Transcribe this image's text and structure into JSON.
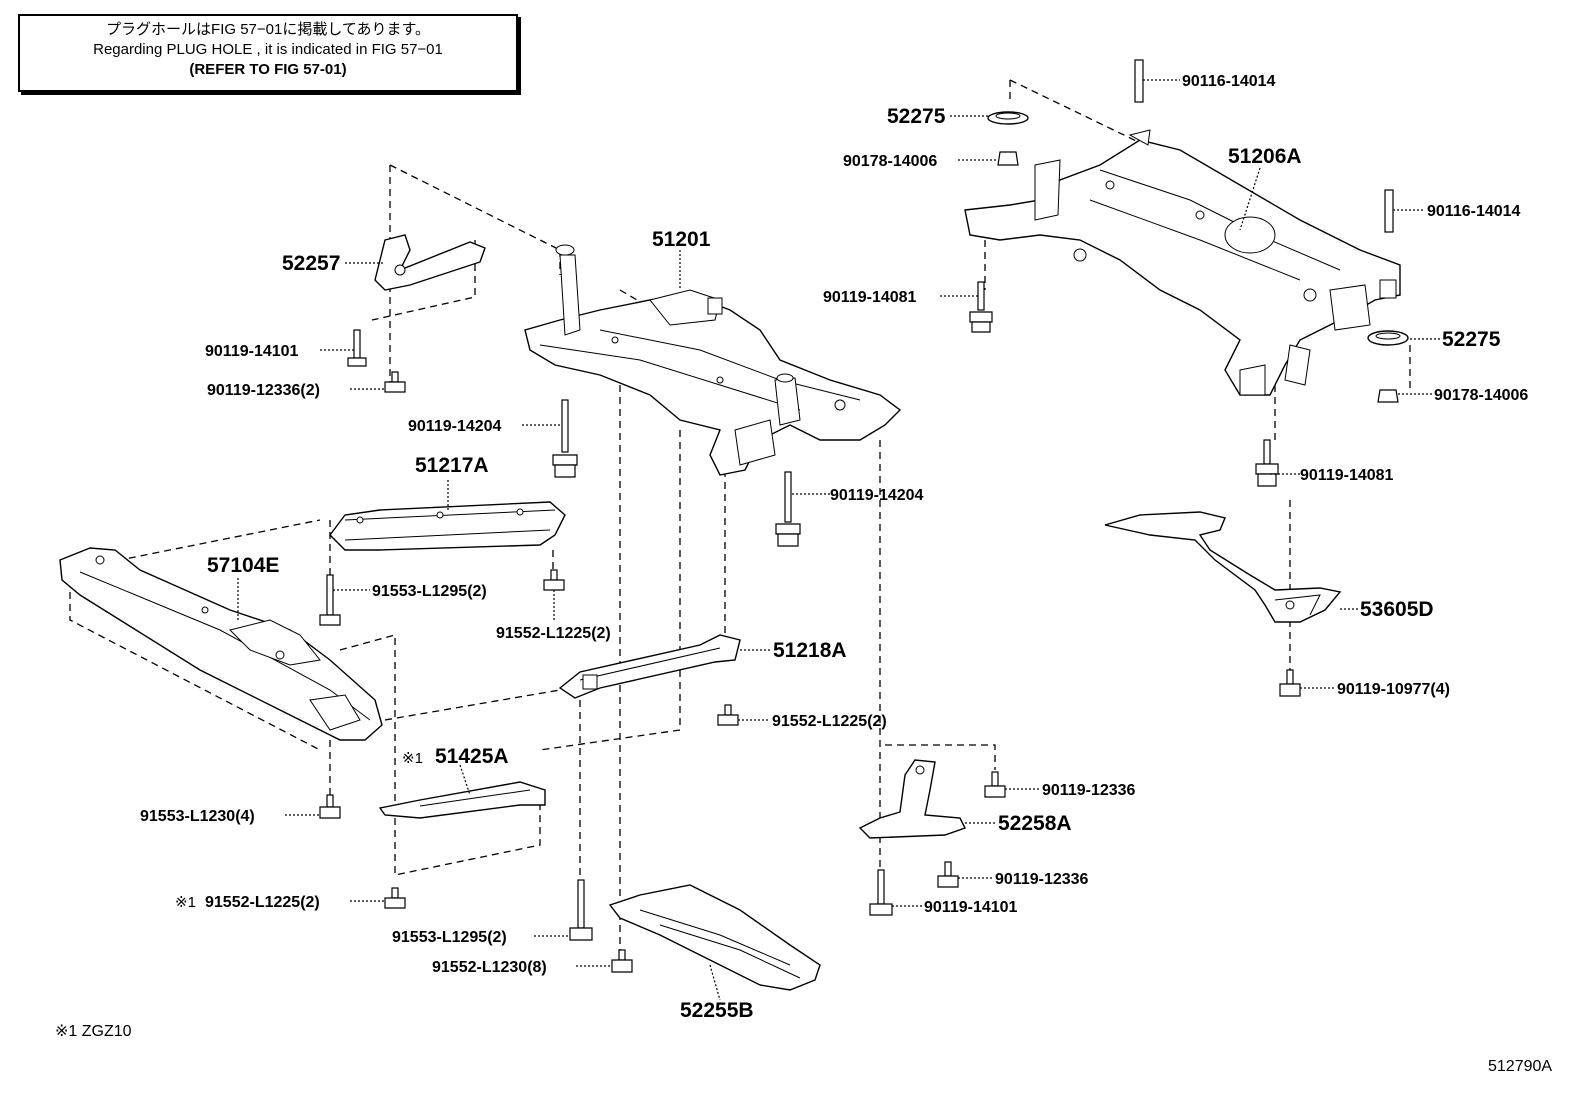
{
  "note": {
    "line1": "プラグホールはFIG 57−01に掲載してあります。",
    "line2": "Regarding PLUG HOLE , it is indicated in FIG 57−01",
    "line3": "(REFER TO FIG 57-01)"
  },
  "parts": {
    "p52257": "52257",
    "p51201": "51201",
    "p52275a": "52275",
    "p52275b": "52275",
    "p51206A": "51206A",
    "p51217A": "51217A",
    "p57104E": "57104E",
    "p51218A": "51218A",
    "p51425A": "51425A",
    "p52258A": "52258A",
    "p52255B": "52255B",
    "p53605D": "53605D"
  },
  "fasteners": {
    "f90119_14101a": "90119-14101",
    "f90119_12336_2": "90119-12336(2)",
    "f90119_14204a": "90119-14204",
    "f90119_14204b": "90119-14204",
    "f90116_14014a": "90116-14014",
    "f90178_14006a": "90178-14006",
    "f90116_14014b": "90116-14014",
    "f90119_14081a": "90119-14081",
    "f90178_14006b": "90178-14006",
    "f90119_14081b": "90119-14081",
    "f91553_L1295a": "91553-L1295(2)",
    "f91552_L1225a": "91552-L1225(2)",
    "f91552_L1225b": "91552-L1225(2)",
    "f91553_L1230": "91553-L1230(4)",
    "f91552_L1225c": "91552-L1225(2)",
    "f91553_L1295b": "91553-L1295(2)",
    "f91552_L1230": "91552-L1230(8)",
    "f90119_12336a": "90119-12336",
    "f90119_12336b": "90119-12336",
    "f90119_14101b": "90119-14101",
    "f90119_10977": "90119-10977(4)"
  },
  "marks": {
    "star_mark": "※1",
    "star_mark2": "※1"
  },
  "footnote": "※1 ZGZ10",
  "figure_id": "512790A"
}
